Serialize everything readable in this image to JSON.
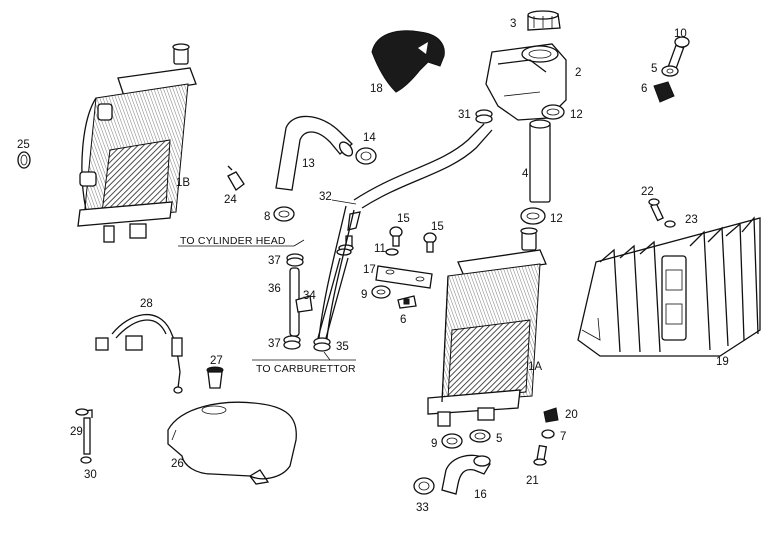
{
  "callouts": {
    "c1A": "1A",
    "c1B": "1B",
    "c2": "2",
    "c3": "3",
    "c4": "4",
    "c5a": "5",
    "c5b": "5",
    "c6a": "6",
    "c6b": "6",
    "c7": "7",
    "c8": "8",
    "c9a": "9",
    "c9b": "9",
    "c10": "10",
    "c11": "11",
    "c12a": "12",
    "c12b": "12",
    "c13": "13",
    "c14": "14",
    "c15a": "15",
    "c15b": "15",
    "c16": "16",
    "c17": "17",
    "c18": "18",
    "c19": "19",
    "c20": "20",
    "c21": "21",
    "c22": "22",
    "c23": "23",
    "c24": "24",
    "c25": "25",
    "c26": "26",
    "c27": "27",
    "c28": "28",
    "c29": "29",
    "c30": "30",
    "c31": "31",
    "c32": "32",
    "c33": "33",
    "c34": "34",
    "c35": "35",
    "c36": "36",
    "c37a": "37",
    "c37b": "37"
  },
  "captions": {
    "cylinder_head": "TO CYLINDER HEAD",
    "carburettor": "TO CARBURETTOR"
  }
}
